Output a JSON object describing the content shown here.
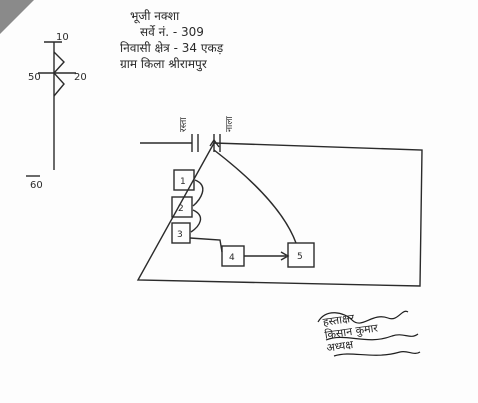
{
  "document": {
    "title_line": "भूजी नक्शा",
    "lines": [
      "सर्वे नं. - 309",
      "निवासी क्षेत्र - 34 एकड़",
      "ग्राम किला श्रीरामपुर"
    ],
    "scale": {
      "top": "10",
      "middle_left": "50",
      "middle_right": "20",
      "bottom": "60"
    },
    "plan": {
      "road_left_label": "रस्ता",
      "road_right_label": "नाला",
      "boxes": [
        "1",
        "2",
        "3",
        "4",
        "5"
      ]
    },
    "signature_lines": [
      "हस्ताक्षर",
      "किसान कुमार",
      "अध्यक्ष"
    ]
  },
  "colors": {
    "ink": "#2b2b2b",
    "paper": "#fdfdfd",
    "fold": "#8a8a8a"
  }
}
